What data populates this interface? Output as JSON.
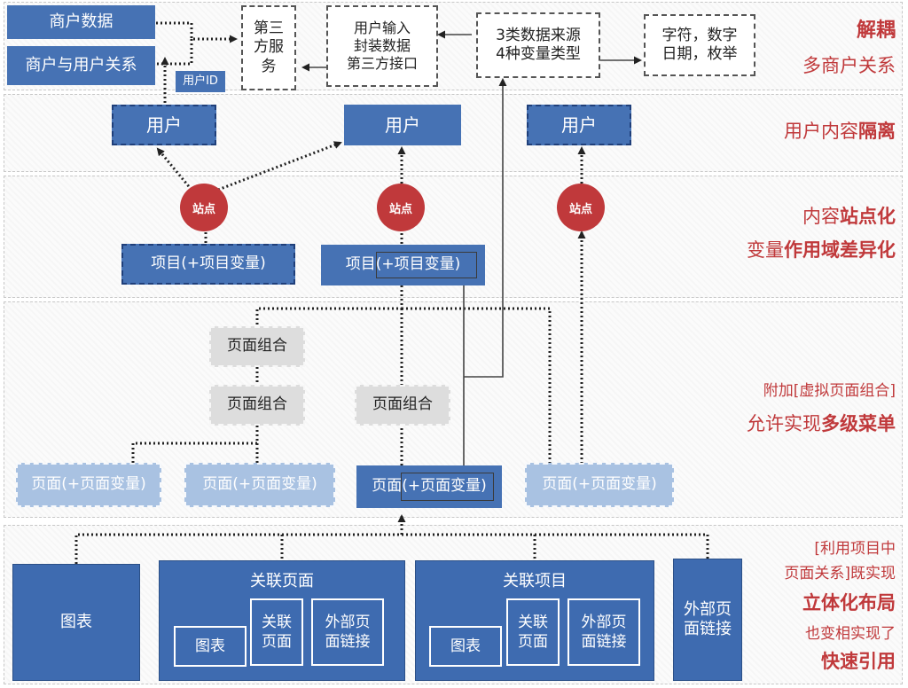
{
  "top": {
    "merchant_data": "商户数据",
    "merchant_user_relation": "商户与用户关系",
    "user_id": "用户ID",
    "third_party_service": [
      "第三",
      "方服",
      "务"
    ],
    "user_input": [
      "用户输入",
      "封装数据",
      "第三方接口"
    ],
    "data_source": [
      "3类数据来源",
      "4种变量类型"
    ],
    "types": [
      "字符，数字",
      "日期，枚举"
    ]
  },
  "users": {
    "label": "用户"
  },
  "sites": {
    "label": "站点"
  },
  "projects": {
    "label": "项目(+项目变量)"
  },
  "page_groups": {
    "label": "页面组合"
  },
  "pages": {
    "label": "页面(+页面变量)"
  },
  "bottom": {
    "chart": "图表",
    "related_page": "关联页面",
    "related_page_short": [
      "关联",
      "页面"
    ],
    "external_link": [
      "外部页",
      "面链接"
    ],
    "related_project": "关联项目"
  },
  "right_labels": {
    "decouple": "解耦",
    "multi_merchant": "多商户关系",
    "isolation_pre": "用户内容",
    "isolation_bold": "隔离",
    "site_pre": "内容",
    "site_bold": "站点化",
    "scope_pre": "变量",
    "scope_bold": "作用域差异化",
    "virtual": "附加[虚拟页面组合]",
    "menu_pre": "允许实现",
    "menu_bold": "多级菜单",
    "use_relation": "[利用项目中",
    "page_relation": "页面关系]既实现",
    "stereo": "立体化布局",
    "also": "也变相实现了",
    "quick": "快速引用"
  },
  "colors": {
    "blue": "#4672b4",
    "light_blue": "#a9c2e2",
    "red": "#c0393b",
    "grey": "#dddddd"
  }
}
